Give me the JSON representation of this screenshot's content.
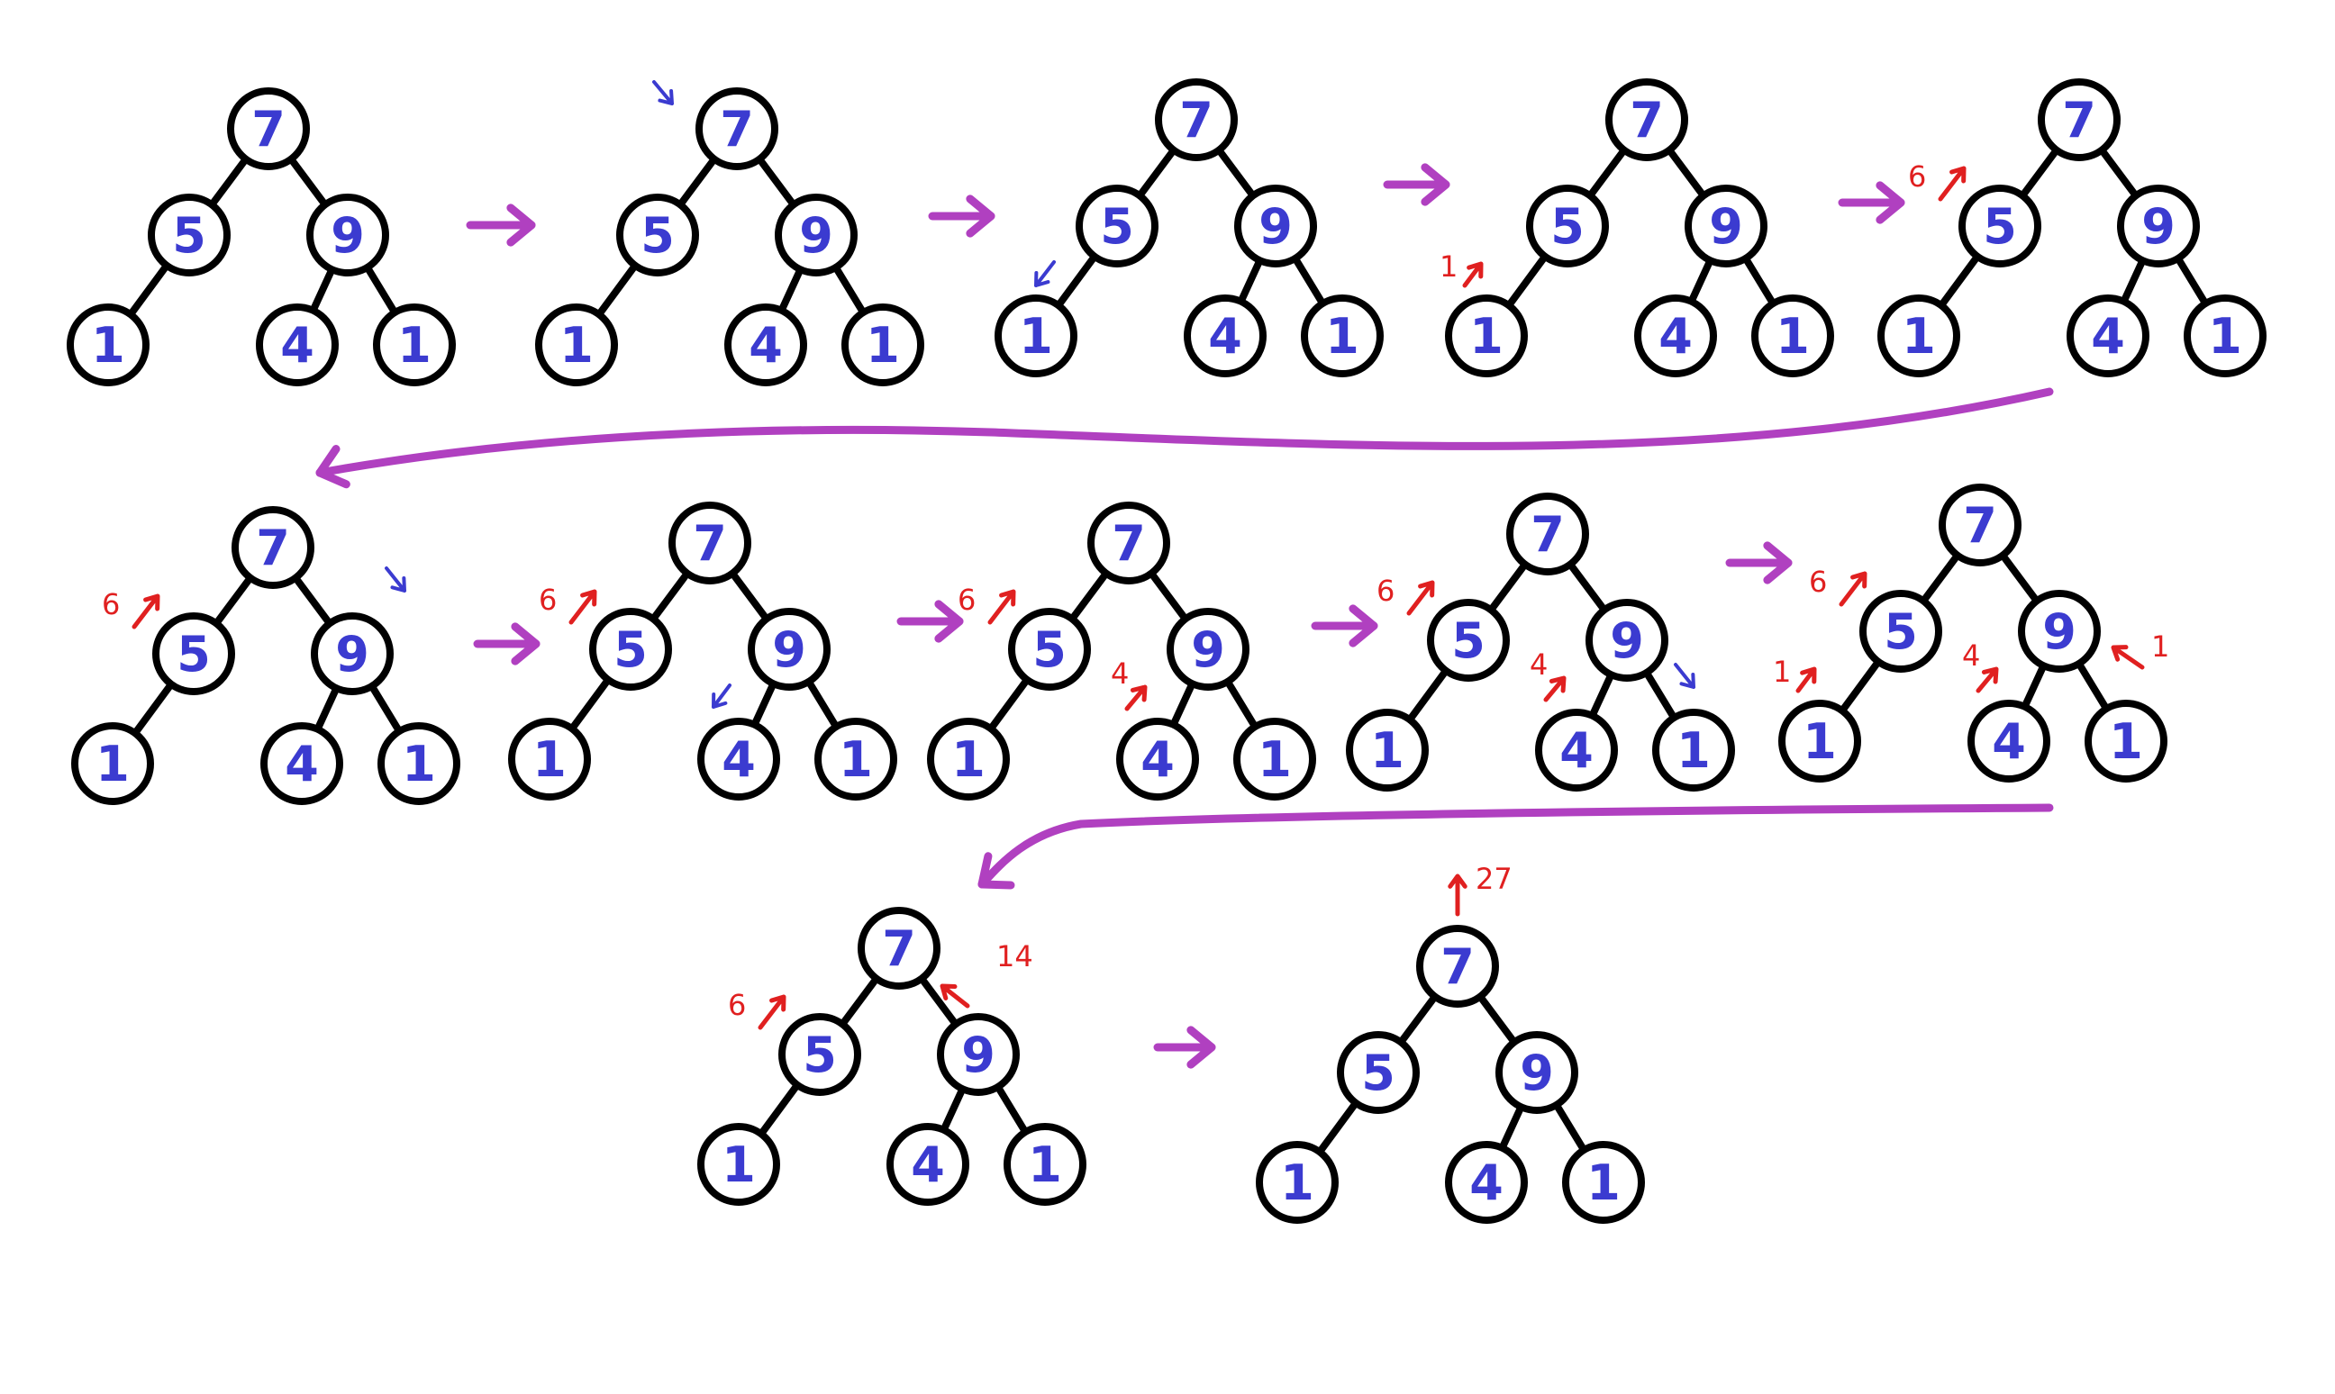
{
  "diagram": {
    "tree": {
      "root": "7",
      "left": "5",
      "right": "9",
      "left_left": "1",
      "right_left": "4",
      "right_right": "1"
    },
    "colors": {
      "node_value": "#3b3bd0",
      "edge": "#000000",
      "flow_arrow": "#b040c0",
      "return_annotation": "#e02020",
      "visit_arrow": "#3b3bd0"
    },
    "steps": [
      {
        "visit": null,
        "annotations": []
      },
      {
        "visit": "root",
        "annotations": []
      },
      {
        "visit": "left_left",
        "annotations": []
      },
      {
        "visit": null,
        "annotations": [
          {
            "at": "left_left",
            "label": "1"
          }
        ]
      },
      {
        "visit": null,
        "annotations": [
          {
            "at": "left",
            "label": "6"
          }
        ]
      },
      {
        "visit": "right",
        "annotations": [
          {
            "at": "left",
            "label": "6"
          }
        ]
      },
      {
        "visit": "right_left",
        "annotations": [
          {
            "at": "left",
            "label": "6"
          }
        ]
      },
      {
        "visit": null,
        "annotations": [
          {
            "at": "left",
            "label": "6"
          },
          {
            "at": "right_left",
            "label": "4"
          }
        ]
      },
      {
        "visit": "right_right",
        "annotations": [
          {
            "at": "left",
            "label": "6"
          },
          {
            "at": "right_left",
            "label": "4"
          }
        ]
      },
      {
        "visit": null,
        "annotations": [
          {
            "at": "left",
            "label": "6"
          },
          {
            "at": "left_left",
            "label": "1"
          },
          {
            "at": "right_left",
            "label": "4"
          },
          {
            "at": "right_right",
            "label": "1"
          }
        ]
      },
      {
        "visit": null,
        "annotations": [
          {
            "at": "left",
            "label": "6"
          },
          {
            "at": "right",
            "label": "14"
          }
        ]
      },
      {
        "visit": null,
        "annotations": [
          {
            "at": "root",
            "label": "27"
          }
        ]
      }
    ]
  }
}
